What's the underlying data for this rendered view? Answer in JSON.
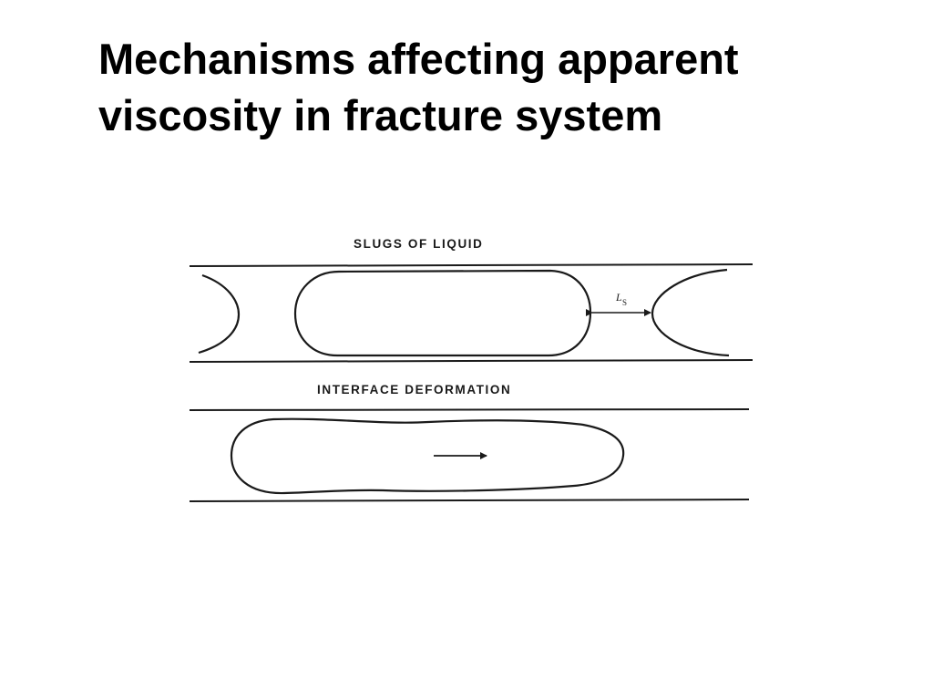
{
  "slide": {
    "title_line1": "Mechanisms affecting apparent",
    "title_line2": "viscosity in fracture system"
  },
  "diagram": {
    "top_panel": {
      "label": "SLUGS  OF  LIQUID",
      "dimension_symbol": "L",
      "dimension_subscript": "S"
    },
    "bottom_panel": {
      "label": "INTERFACE   DEFORMATION"
    }
  }
}
